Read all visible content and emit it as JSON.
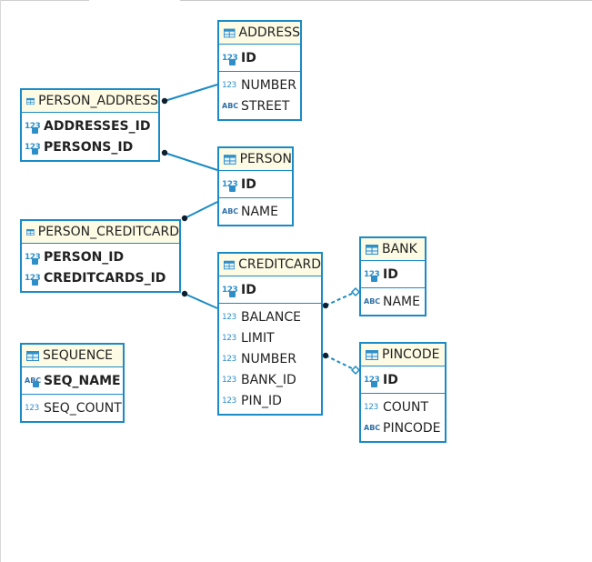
{
  "entities": {
    "address": {
      "name": "ADDRESS",
      "cols": [
        {
          "label": "ID",
          "type": "123",
          "pk": true
        },
        {
          "label": "NUMBER",
          "type": "123",
          "pk": false
        },
        {
          "label": "STREET",
          "type": "ABC",
          "pk": false
        }
      ]
    },
    "person_address": {
      "name": "PERSON_ADDRESS",
      "cols": [
        {
          "label": "ADDRESSES_ID",
          "type": "123",
          "pk": true
        },
        {
          "label": "PERSONS_ID",
          "type": "123",
          "pk": true
        }
      ]
    },
    "person": {
      "name": "PERSON",
      "cols": [
        {
          "label": "ID",
          "type": "123",
          "pk": true
        },
        {
          "label": "NAME",
          "type": "ABC",
          "pk": false
        }
      ]
    },
    "person_creditcard": {
      "name": "PERSON_CREDITCARD",
      "cols": [
        {
          "label": "PERSON_ID",
          "type": "123",
          "pk": true
        },
        {
          "label": "CREDITCARDS_ID",
          "type": "123",
          "pk": true
        }
      ]
    },
    "creditcard": {
      "name": "CREDITCARD",
      "cols": [
        {
          "label": "ID",
          "type": "123",
          "pk": true
        },
        {
          "label": "BALANCE",
          "type": "123",
          "pk": false
        },
        {
          "label": "LIMIT",
          "type": "123",
          "pk": false
        },
        {
          "label": "NUMBER",
          "type": "123",
          "pk": false
        },
        {
          "label": "BANK_ID",
          "type": "123",
          "pk": false
        },
        {
          "label": "PIN_ID",
          "type": "123",
          "pk": false
        }
      ]
    },
    "bank": {
      "name": "BANK",
      "cols": [
        {
          "label": "ID",
          "type": "123",
          "pk": true
        },
        {
          "label": "NAME",
          "type": "ABC",
          "pk": false
        }
      ]
    },
    "pincode": {
      "name": "PINCODE",
      "cols": [
        {
          "label": "ID",
          "type": "123",
          "pk": true
        },
        {
          "label": "COUNT",
          "type": "123",
          "pk": false
        },
        {
          "label": "PINCODE",
          "type": "ABC",
          "pk": false
        }
      ]
    },
    "sequence": {
      "name": "SEQUENCE",
      "cols": [
        {
          "label": "SEQ_NAME",
          "type": "ABC",
          "pk": true
        },
        {
          "label": "SEQ_COUNT",
          "type": "123",
          "pk": false
        }
      ]
    }
  },
  "relations": [
    {
      "from": "person_address",
      "to": "address",
      "style": "solid"
    },
    {
      "from": "person_address",
      "to": "person",
      "style": "solid"
    },
    {
      "from": "person_creditcard",
      "to": "person",
      "style": "solid"
    },
    {
      "from": "person_creditcard",
      "to": "creditcard",
      "style": "solid"
    },
    {
      "from": "creditcard",
      "to": "bank",
      "style": "dashed"
    },
    {
      "from": "creditcard",
      "to": "pincode",
      "style": "dashed"
    }
  ],
  "icons": {
    "table": "table-icon",
    "numeric": "numeric-type-icon",
    "text": "text-type-icon",
    "key": "key-icon"
  },
  "colors": {
    "border": "#1a8bc4",
    "header": "#fdfbe3",
    "line": "#1a8bc4",
    "dot": "#0d1f2e"
  }
}
